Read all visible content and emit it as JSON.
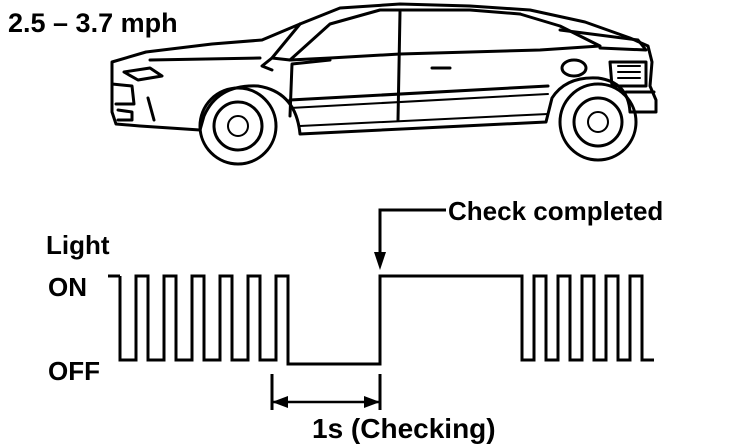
{
  "labels": {
    "speed": "2.5 – 3.7 mph",
    "light": "Light",
    "on": "ON",
    "off": "OFF",
    "check_completed": "Check completed",
    "checking": "1s (Checking)"
  },
  "colors": {
    "ink": "#000000",
    "background": "#ffffff"
  },
  "icons": {
    "car": "car-side-view-icon"
  }
}
